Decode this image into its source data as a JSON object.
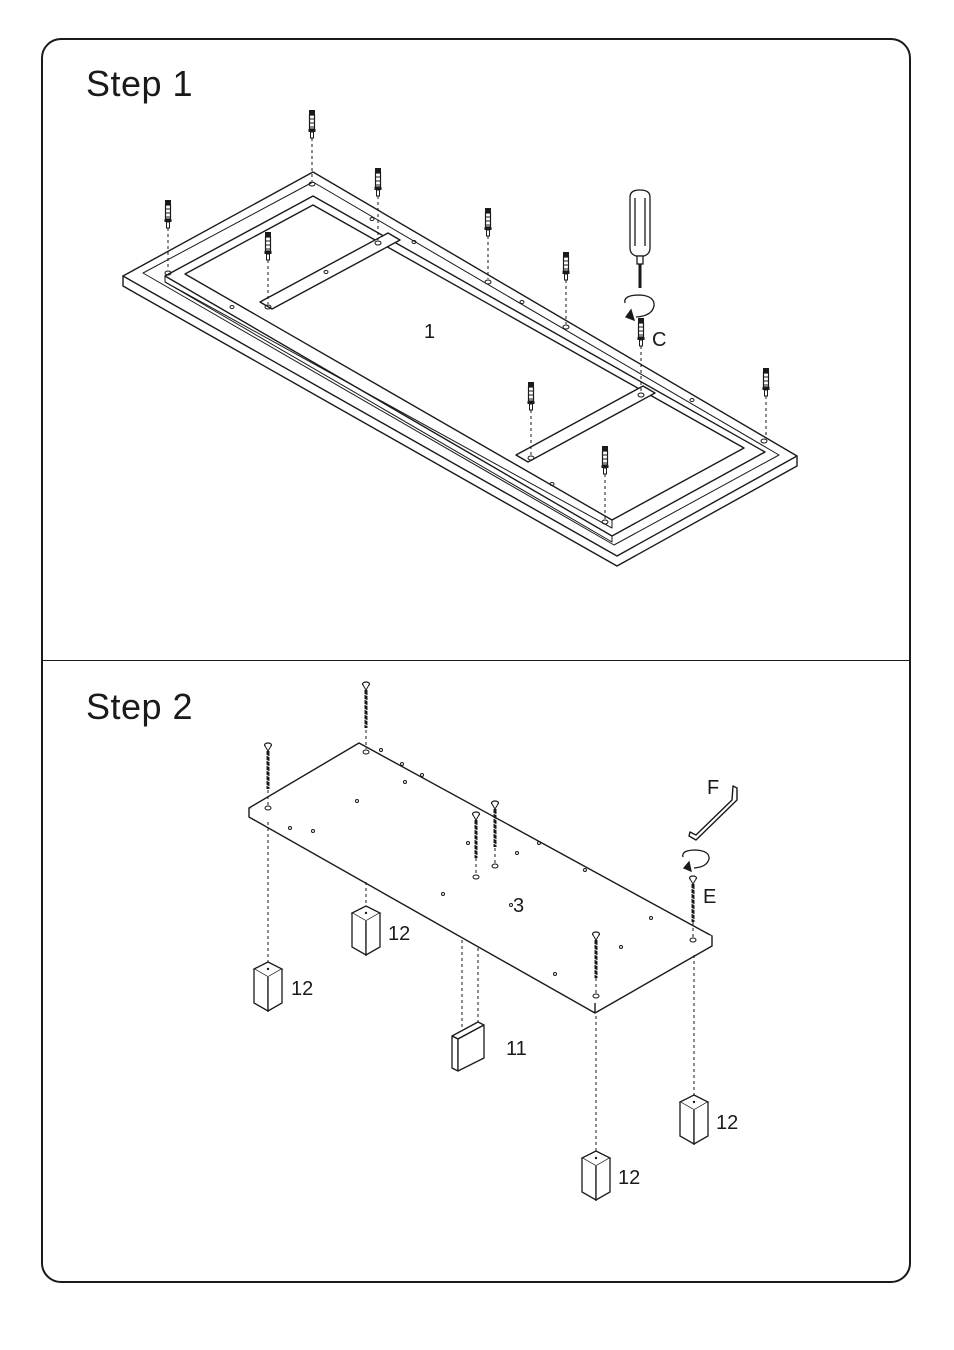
{
  "step1": {
    "title": "Step  1",
    "part_label": "1",
    "hardware_label": "C"
  },
  "step2": {
    "title": "Step  2",
    "panel_label": "3",
    "tool_label": "F",
    "screw_label": "E",
    "foot_labels": [
      "12",
      "12",
      "12",
      "12"
    ],
    "pad_label": "11"
  }
}
